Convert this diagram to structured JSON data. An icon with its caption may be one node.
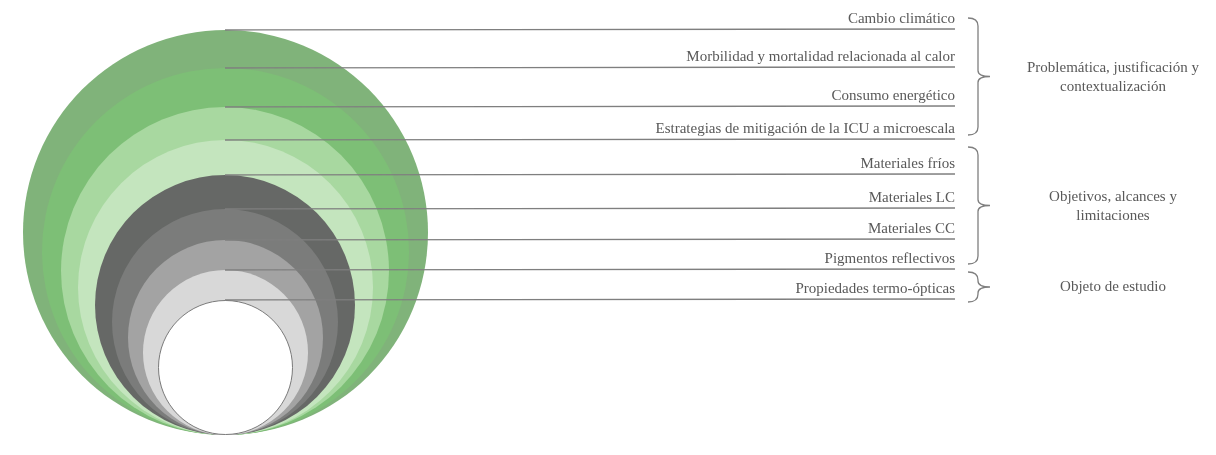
{
  "diagram": {
    "nodes": [
      {
        "text": [],
        "shape": "circle"
      },
      {
        "text": [],
        "shape": "circle",
        "in": 0
      },
      {
        "text": [],
        "shape": "circle",
        "in": 1
      },
      {
        "text": [],
        "shape": "circle",
        "in": 2
      },
      {
        "text": [],
        "shape": "circle",
        "in": 3
      },
      {
        "text": [],
        "shape": "circle",
        "in": 4
      },
      {
        "text": [],
        "shape": "circle",
        "in": 5
      },
      {
        "text": [],
        "shape": "circle",
        "in": 6
      },
      {
        "text": [],
        "shape": "circle",
        "in": 7
      },
      {
        "text": [
          "Cambio climático"
        ]
      },
      {
        "text": [
          "Morbilidad y mortalidad relacionada al calor"
        ]
      },
      {
        "text": [
          "Consumo energético"
        ]
      },
      {
        "text": [
          "Estrategias de mitigación de la ICU a microescala"
        ]
      },
      {
        "text": [
          "Materiales fríos"
        ]
      },
      {
        "text": [
          "Materiales LC"
        ]
      },
      {
        "text": [
          "Materiales CC"
        ]
      },
      {
        "text": [
          "Pigmentos reflectivos"
        ]
      },
      {
        "text": [
          "Propiedades termo-ópticas"
        ]
      }
    ],
    "edges": [
      {
        "from": 9,
        "to": 0,
        "arrow": "none"
      },
      {
        "from": 10,
        "to": 1,
        "arrow": "none"
      },
      {
        "from": 11,
        "to": 2,
        "arrow": "none"
      },
      {
        "from": 12,
        "to": 3,
        "arrow": "none"
      },
      {
        "from": 13,
        "to": 4,
        "arrow": "none"
      },
      {
        "from": 14,
        "to": 5,
        "arrow": "none"
      },
      {
        "from": 15,
        "to": 6,
        "arrow": "none"
      },
      {
        "from": 16,
        "to": 7,
        "arrow": "none"
      },
      {
        "from": 17,
        "to": 8,
        "arrow": "none"
      }
    ],
    "labels": [
      "Problemática, justificación y contextualización",
      "Objetivos, alcances y limitaciones",
      "Objeto de estudio"
    ]
  }
}
